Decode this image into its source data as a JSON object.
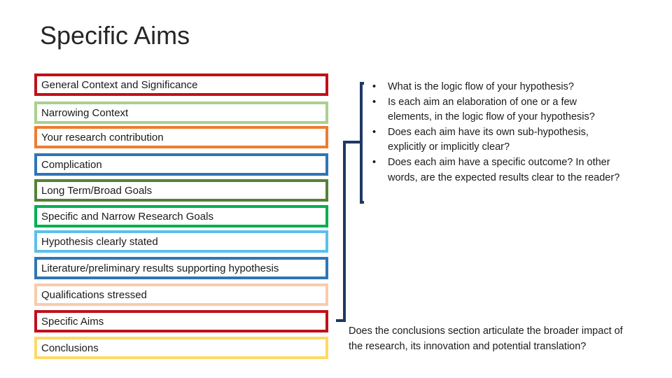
{
  "slide": {
    "title": "Specific Aims"
  },
  "boxes": [
    {
      "label": "General Context and Significance",
      "color": "#c0101a"
    },
    {
      "label": "Narrowing Context",
      "color": "#a9d18e"
    },
    {
      "label": "Your research contribution",
      "color": "#ed7d31"
    },
    {
      "label": "Complication",
      "color": "#2e75b6"
    },
    {
      "label": "Long Term/Broad Goals",
      "color": "#548235"
    },
    {
      "label": "Specific and Narrow Research Goals",
      "color": "#00b050"
    },
    {
      "label": "Hypothesis clearly stated",
      "color": "#5bc0eb"
    },
    {
      "label": "Literature/preliminary results supporting hypothesis",
      "color": "#2e75b6"
    },
    {
      "label": "Qualifications stressed",
      "color": "#f8cbad"
    },
    {
      "label": "Specific Aims",
      "color": "#c0101a"
    },
    {
      "label": "Conclusions",
      "color": "#ffd966"
    }
  ],
  "bracket_color": "#1f3864",
  "questions": [
    "What is the logic flow of your hypothesis?",
    "Is each aim an elaboration of one or a few elements, in the logic flow of your hypothesis?",
    "Does each aim have its own sub-hypothesis, explicitly or implicitly clear?",
    "Does each aim have a specific outcome? In other words, are the expected results clear to the reader?"
  ],
  "bullet": "•",
  "conclusion_note": "Does the conclusions section articulate the broader impact of the research, its innovation and potential translation?"
}
